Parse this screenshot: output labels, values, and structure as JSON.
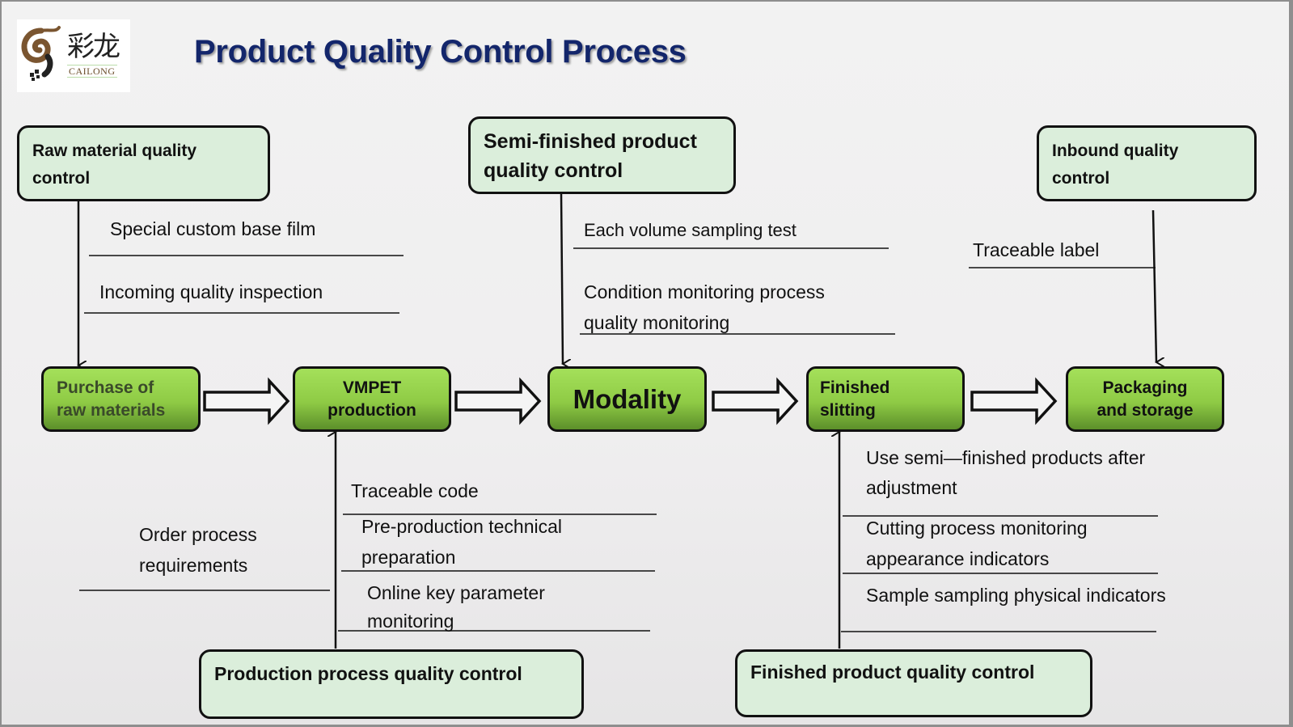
{
  "header": {
    "title": "Product Quality Control Process",
    "logo": {
      "chinese_text": "彩龙",
      "brand_text": "CAILONG"
    }
  },
  "colors": {
    "title": "#13266b",
    "control_box_fill": "#dbeedb",
    "stage_fill_top": "#a4e05a",
    "stage_fill_bottom": "#5c8f2a"
  },
  "process_stages": [
    {
      "label": "Purchase of raw materials",
      "line1": "Purchase of",
      "line2": "raw materials"
    },
    {
      "label": "VMPET production",
      "line1": "VMPET",
      "line2": "production"
    },
    {
      "label": "Modality",
      "line1": "Modality",
      "line2": ""
    },
    {
      "label": "Finished slitting",
      "line1": "Finished",
      "line2": "slitting"
    },
    {
      "label": "Packaging and storage",
      "line1": "Packaging",
      "line2": "and storage"
    }
  ],
  "control_boxes": {
    "raw_material": {
      "line1": "Raw material quality",
      "line2": "control"
    },
    "semi_finished": {
      "line1": "Semi-finished product",
      "line2": "quality control"
    },
    "inbound": {
      "line1": "Inbound quality",
      "line2": "control"
    },
    "production_process": {
      "line1": "Production process quality control"
    },
    "finished_product": {
      "line1": "Finished product quality control"
    }
  },
  "notes": {
    "raw_material": [
      "Special custom base film",
      "Incoming quality inspection"
    ],
    "semi_finished": [
      "Each volume sampling test",
      "Condition monitoring process",
      "quality monitoring"
    ],
    "inbound": [
      "Traceable label"
    ],
    "order": [
      "Order process",
      "requirements"
    ],
    "production": [
      "Traceable code",
      "Pre-production technical",
      "preparation",
      "Online key parameter",
      "monitoring"
    ],
    "finished": [
      "Use semi—finished products after",
      "adjustment",
      "Cutting process monitoring",
      "appearance indicators",
      "Sample sampling physical indicators"
    ]
  }
}
